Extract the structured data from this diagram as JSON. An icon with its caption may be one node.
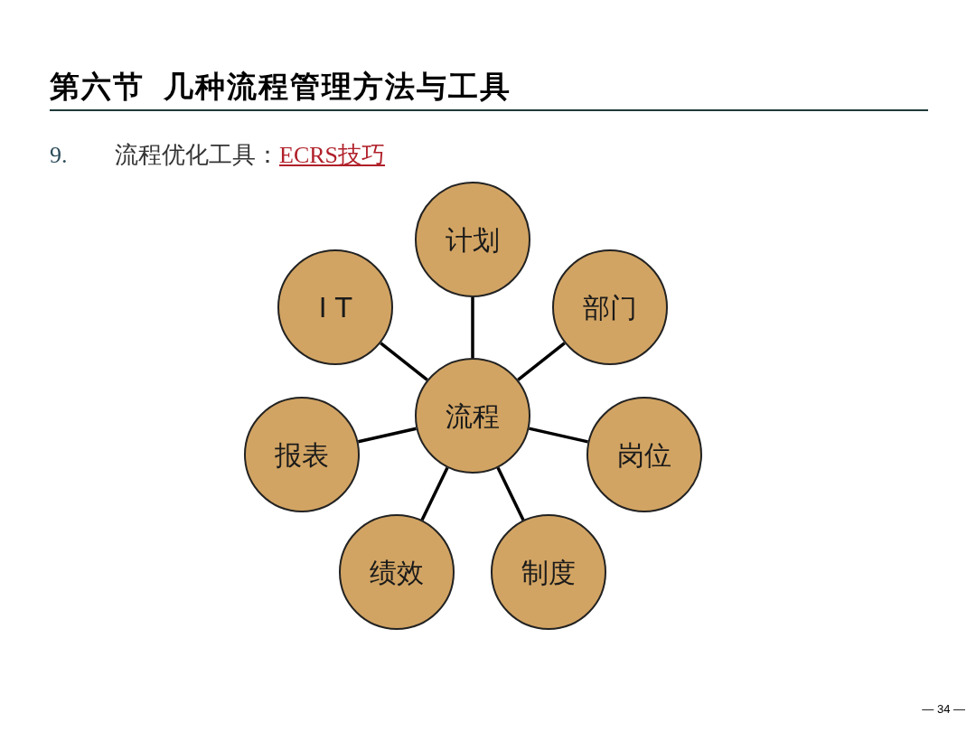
{
  "diagram": {
    "title": "第六节  几种流程管理方法与工具",
    "nodes": [
      {
        "text": [
          "计划"
        ]
      },
      {
        "text": [
          "I T"
        ]
      },
      {
        "text": [
          "部门"
        ]
      },
      {
        "text": [
          "流程"
        ]
      },
      {
        "text": [
          "报表"
        ]
      },
      {
        "text": [
          "岗位"
        ]
      },
      {
        "text": [
          "绩效"
        ]
      },
      {
        "text": [
          "制度"
        ]
      }
    ],
    "edges": [
      {
        "from": 3,
        "to": 0,
        "arrow": "none"
      },
      {
        "from": 3,
        "to": 1,
        "arrow": "none"
      },
      {
        "from": 3,
        "to": 2,
        "arrow": "none"
      },
      {
        "from": 3,
        "to": 4,
        "arrow": "none"
      },
      {
        "from": 3,
        "to": 5,
        "arrow": "none"
      },
      {
        "from": 3,
        "to": 6,
        "arrow": "none"
      },
      {
        "from": 3,
        "to": 7,
        "arrow": "none"
      }
    ],
    "labels": [
      "9.",
      "流程优化工具：",
      "ECRS技巧",
      "— 34 —"
    ]
  }
}
